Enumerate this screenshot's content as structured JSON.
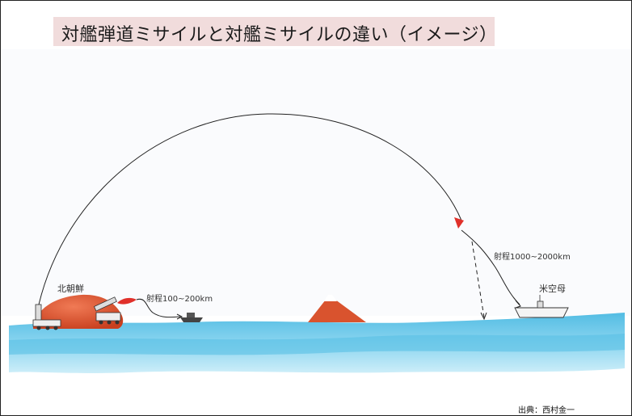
{
  "title": "対艦弾道ミサイルと対艦ミサイルの違い（イメージ）",
  "labels": {
    "north_korea": "北朝鮮",
    "range_short": "射程100~200km",
    "range_long": "射程1000~2000km",
    "carrier": "米空母"
  },
  "credit": "出典：西村金一",
  "colors": {
    "title_bg": "#f1dcdc",
    "sea": "#5ec4e6",
    "land": "#d9532e",
    "missile": "#e0302a"
  }
}
